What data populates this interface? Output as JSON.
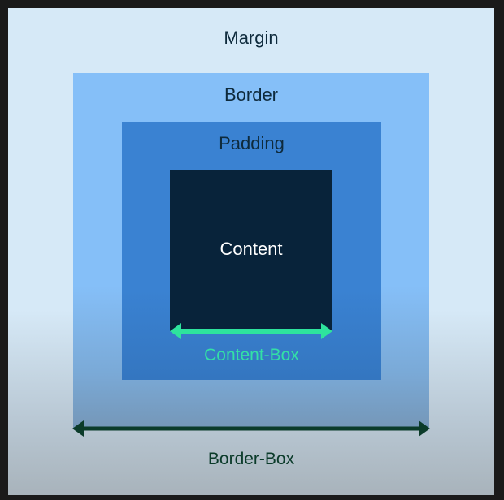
{
  "labels": {
    "margin": "Margin",
    "border": "Border",
    "padding": "Padding",
    "content": "Content",
    "content_box": "Content-Box",
    "border_box": "Border-Box"
  },
  "colors": {
    "margin_fill": "#d6e9f7",
    "border_fill": "#85bff8",
    "padding_fill": "#3a82d2",
    "content_fill": "#08233a",
    "content_box_arrow": "#2ee39d",
    "border_box_arrow": "#0b3b2a"
  }
}
